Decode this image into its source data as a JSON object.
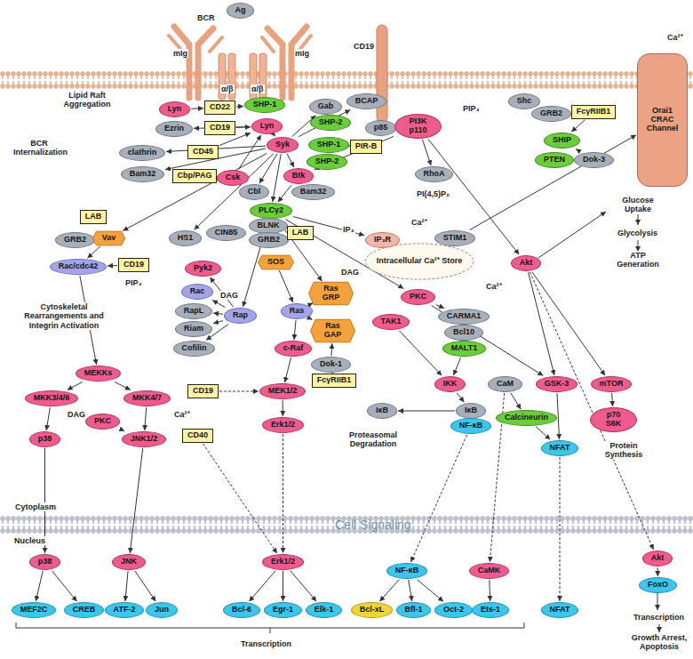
{
  "diagram": {
    "nodes": [
      {
        "text": [
          "Ag"
        ]
      },
      {
        "text": [
          "Lyn"
        ]
      },
      {
        "text": [
          "CD22"
        ]
      },
      {
        "text": [
          "SHP-1"
        ]
      },
      {
        "text": [
          "Ezrin"
        ]
      },
      {
        "text": [
          "CD19"
        ]
      },
      {
        "text": [
          "Lyn"
        ]
      },
      {
        "text": [
          "Gab"
        ]
      },
      {
        "text": [
          "SHP-2"
        ]
      },
      {
        "text": [
          "BCAP"
        ]
      },
      {
        "text": [
          "p85"
        ]
      },
      {
        "text": [
          "PI3K p110"
        ]
      },
      {
        "text": [
          "Shc"
        ]
      },
      {
        "text": [
          "GRB2"
        ]
      },
      {
        "text": [
          "FcγRIIB1"
        ]
      },
      {
        "text": [
          "SHIP"
        ]
      },
      {
        "text": [
          "PTEN"
        ]
      },
      {
        "text": [
          "Dok-3"
        ]
      },
      {
        "text": [
          "Orai1 CRAC Channel"
        ]
      },
      {
        "text": [
          "clathrin"
        ]
      },
      {
        "text": [
          "CD45"
        ]
      },
      {
        "text": [
          "Bam32"
        ]
      },
      {
        "text": [
          "Cbp/PAG"
        ]
      },
      {
        "text": [
          "Csk"
        ]
      },
      {
        "text": [
          "Syk"
        ]
      },
      {
        "text": [
          "SHP-1"
        ]
      },
      {
        "text": [
          "PIR-B"
        ]
      },
      {
        "text": [
          "SHP-2"
        ]
      },
      {
        "text": [
          "Btk"
        ]
      },
      {
        "text": [
          "Cbl"
        ]
      },
      {
        "text": [
          "Bam32"
        ]
      },
      {
        "text": [
          "PLCγ2"
        ]
      },
      {
        "text": [
          "CIN85"
        ]
      },
      {
        "text": [
          "BLNK"
        ]
      },
      {
        "text": [
          "GRB2"
        ]
      },
      {
        "text": [
          "LAB"
        ]
      },
      {
        "text": [
          "SOS"
        ]
      },
      {
        "text": [
          "LAB"
        ]
      },
      {
        "text": [
          "GRB2"
        ]
      },
      {
        "text": [
          "Vav"
        ]
      },
      {
        "text": [
          "Rac/cdc42"
        ]
      },
      {
        "text": [
          "CD19"
        ]
      },
      {
        "text": [
          "HS1"
        ]
      },
      {
        "text": [
          "Pyk2"
        ]
      },
      {
        "text": [
          "Rac"
        ]
      },
      {
        "text": [
          "RapL"
        ]
      },
      {
        "text": [
          "Riam"
        ]
      },
      {
        "text": [
          "Cofilin"
        ]
      },
      {
        "text": [
          "Rap"
        ]
      },
      {
        "text": [
          "RhoA"
        ]
      },
      {
        "text": [
          "Intracellular Ca²⁺ Store"
        ]
      },
      {
        "text": [
          "IP₃R"
        ]
      },
      {
        "text": [
          "STIM1"
        ]
      },
      {
        "text": [
          "Akt"
        ]
      },
      {
        "text": [
          "Ras GRP"
        ]
      },
      {
        "text": [
          "Ras"
        ]
      },
      {
        "text": [
          "Ras GAP"
        ]
      },
      {
        "text": [
          "PKC"
        ]
      },
      {
        "text": [
          "TAK1"
        ]
      },
      {
        "text": [
          "CARMA1"
        ]
      },
      {
        "text": [
          "Bcl10"
        ]
      },
      {
        "text": [
          "MALT1"
        ]
      },
      {
        "text": [
          "c-Raf"
        ]
      },
      {
        "text": [
          "Dok-1"
        ]
      },
      {
        "text": [
          "FcγRIIB1"
        ]
      },
      {
        "text": [
          "MEKKs"
        ]
      },
      {
        "text": [
          "MKK3/4/6"
        ]
      },
      {
        "text": [
          "MKK4/7"
        ]
      },
      {
        "text": [
          "PKC"
        ]
      },
      {
        "text": [
          "p38"
        ]
      },
      {
        "text": [
          "JNK1/2"
        ]
      },
      {
        "text": [
          "CD19"
        ]
      },
      {
        "text": [
          "MEK1/2"
        ]
      },
      {
        "text": [
          "Erk1/2"
        ]
      },
      {
        "text": [
          "CD40"
        ]
      },
      {
        "text": [
          "IKK"
        ]
      },
      {
        "text": [
          "IκB"
        ]
      },
      {
        "text": [
          "NF-κB"
        ]
      },
      {
        "text": [
          "IκB"
        ]
      },
      {
        "text": [
          "CaM"
        ]
      },
      {
        "text": [
          "Calcineurin"
        ]
      },
      {
        "text": [
          "NFAT"
        ]
      },
      {
        "text": [
          "GSK-3"
        ]
      },
      {
        "text": [
          "mTOR"
        ]
      },
      {
        "text": [
          "p70 S6K"
        ]
      },
      {
        "text": [
          "p38"
        ]
      },
      {
        "text": [
          "JNK"
        ]
      },
      {
        "text": [
          "Erk1/2"
        ]
      },
      {
        "text": [
          "NF-κB"
        ]
      },
      {
        "text": [
          "CaMK"
        ]
      },
      {
        "text": [
          "Akt"
        ]
      },
      {
        "text": [
          "FoxO"
        ]
      },
      {
        "text": [
          "MEF2C"
        ]
      },
      {
        "text": [
          "CREB"
        ]
      },
      {
        "text": [
          "ATF-2"
        ]
      },
      {
        "text": [
          "Jun"
        ]
      },
      {
        "text": [
          "Bcl-6"
        ]
      },
      {
        "text": [
          "Egr-1"
        ]
      },
      {
        "text": [
          "Elk-1"
        ]
      },
      {
        "text": [
          "Bcl-xL"
        ]
      },
      {
        "text": [
          "Bfl-1"
        ]
      },
      {
        "text": [
          "Oct-2"
        ]
      },
      {
        "text": [
          "Ets-1"
        ]
      },
      {
        "text": [
          "NFAT"
        ]
      }
    ],
    "edges": [
      {
        "from": 1,
        "to": 2,
        "arrow": "to"
      },
      {
        "from": 2,
        "to": 3,
        "arrow": "to"
      },
      {
        "from": 5,
        "to": 6,
        "arrow": "to"
      },
      {
        "from": 6,
        "to": 4,
        "arrow": "to"
      },
      {
        "from": 20,
        "to": 6,
        "arrow": "to"
      },
      {
        "from": 23,
        "to": 6,
        "arrow": "to"
      },
      {
        "from": 22,
        "to": 23,
        "arrow": "to"
      },
      {
        "from": 6,
        "to": 24,
        "arrow": "to"
      },
      {
        "from": 24,
        "to": 7,
        "arrow": "to"
      },
      {
        "from": 24,
        "to": 9,
        "arrow": "to"
      },
      {
        "from": 24,
        "to": 28,
        "arrow": "to"
      },
      {
        "from": 24,
        "to": 31,
        "arrow": "to"
      },
      {
        "from": 24,
        "to": 29,
        "arrow": "to"
      },
      {
        "from": 26,
        "to": 25,
        "arrow": "to"
      },
      {
        "from": 28,
        "to": 31,
        "arrow": "to"
      },
      {
        "from": 24,
        "to": 39,
        "arrow": "to"
      },
      {
        "from": 24,
        "to": 42,
        "arrow": "to"
      },
      {
        "from": 24,
        "to": 21,
        "arrow": "to"
      },
      {
        "from": 24,
        "to": 19,
        "arrow": "to"
      },
      {
        "from": 39,
        "to": 40,
        "arrow": "to"
      },
      {
        "from": 41,
        "to": 40,
        "arrow": "to"
      },
      {
        "from": 48,
        "to": 43,
        "arrow": "to"
      },
      {
        "from": 48,
        "to": 44,
        "arrow": "to"
      },
      {
        "from": 48,
        "to": 45,
        "arrow": "to"
      },
      {
        "from": 48,
        "to": 46,
        "arrow": "to"
      },
      {
        "from": 48,
        "to": 47,
        "arrow": "to"
      },
      {
        "from": 31,
        "to": 48,
        "arrow": "to"
      },
      {
        "from": 31,
        "to": 57,
        "arrow": "to"
      },
      {
        "from": 31,
        "to": 51,
        "arrow": "to"
      },
      {
        "from": 31,
        "to": 54,
        "arrow": "to"
      },
      {
        "from": 36,
        "to": 55,
        "arrow": "to"
      },
      {
        "from": 54,
        "to": 55,
        "arrow": "to"
      },
      {
        "from": 56,
        "to": 55,
        "arrow": "to"
      },
      {
        "from": 63,
        "to": 56,
        "arrow": "to"
      },
      {
        "from": 64,
        "to": 63,
        "arrow": "to"
      },
      {
        "from": 55,
        "to": 62,
        "arrow": "to"
      },
      {
        "from": 62,
        "to": 72,
        "arrow": "to"
      },
      {
        "from": 71,
        "to": 72,
        "arrow": "to"
      },
      {
        "from": 72,
        "to": 73,
        "arrow": "to"
      },
      {
        "from": 73,
        "to": 87,
        "arrow": "to"
      },
      {
        "from": 74,
        "to": 87,
        "arrow": "to"
      },
      {
        "from": 57,
        "to": 59,
        "arrow": "to"
      },
      {
        "from": 58,
        "to": 75,
        "arrow": "to"
      },
      {
        "from": 61,
        "to": 75,
        "arrow": "to"
      },
      {
        "from": 75,
        "to": 76,
        "arrow": "to"
      },
      {
        "from": 76,
        "to": 78,
        "arrow": "to"
      },
      {
        "from": 77,
        "to": 88,
        "arrow": "to"
      },
      {
        "from": 57,
        "to": 82,
        "arrow": "to"
      },
      {
        "from": 53,
        "to": 82,
        "arrow": "to"
      },
      {
        "from": 53,
        "to": 83,
        "arrow": "to"
      },
      {
        "from": 83,
        "to": 84,
        "arrow": "to"
      },
      {
        "from": 79,
        "to": 80,
        "arrow": "to"
      },
      {
        "from": 80,
        "to": 81,
        "arrow": "to"
      },
      {
        "from": 81,
        "to": 103,
        "arrow": "to"
      },
      {
        "from": 82,
        "to": 81,
        "arrow": "to"
      },
      {
        "from": 53,
        "to": 90,
        "arrow": "to"
      },
      {
        "from": 90,
        "to": 91,
        "arrow": "to"
      },
      {
        "from": 14,
        "to": 15,
        "arrow": "to"
      },
      {
        "from": 17,
        "to": 15,
        "arrow": "to"
      },
      {
        "from": 11,
        "to": 49,
        "arrow": "to"
      },
      {
        "from": 11,
        "to": 28,
        "arrow": "to"
      },
      {
        "from": 11,
        "to": 53,
        "arrow": "to"
      },
      {
        "from": 52,
        "to": 18,
        "arrow": "to"
      },
      {
        "from": 65,
        "to": 66,
        "arrow": "to"
      },
      {
        "from": 65,
        "to": 67,
        "arrow": "to"
      },
      {
        "from": 66,
        "to": 69,
        "arrow": "to"
      },
      {
        "from": 67,
        "to": 70,
        "arrow": "to"
      },
      {
        "from": 68,
        "to": 70,
        "arrow": "to"
      },
      {
        "from": 40,
        "to": 65,
        "arrow": "to"
      },
      {
        "from": 69,
        "to": 85,
        "arrow": "to"
      },
      {
        "from": 70,
        "to": 86,
        "arrow": "to"
      },
      {
        "from": 85,
        "to": 92,
        "arrow": "to"
      },
      {
        "from": 85,
        "to": 93,
        "arrow": "to"
      },
      {
        "from": 86,
        "to": 94,
        "arrow": "to"
      },
      {
        "from": 86,
        "to": 95,
        "arrow": "to"
      },
      {
        "from": 87,
        "to": 96,
        "arrow": "to"
      },
      {
        "from": 87,
        "to": 97,
        "arrow": "to"
      },
      {
        "from": 87,
        "to": 98,
        "arrow": "to"
      },
      {
        "from": 88,
        "to": 99,
        "arrow": "to"
      },
      {
        "from": 88,
        "to": 100,
        "arrow": "to"
      },
      {
        "from": 88,
        "to": 101,
        "arrow": "to"
      },
      {
        "from": 79,
        "to": 89,
        "arrow": "to"
      },
      {
        "from": 89,
        "to": 102,
        "arrow": "to"
      }
    ],
    "labels": [
      "BCR",
      "mIg",
      "mIg",
      "α/β",
      "α/β",
      "CD19",
      "Ca²⁺",
      "PIP₃",
      "Lipid Raft Aggregation",
      "BCR Internalization",
      "PI(4,5)P₂",
      "IP₃",
      "Ca²⁺",
      "DAG",
      "DAG",
      "PIP₃",
      "Cytoskeletal Rearrangements and Integrin Activation",
      "Glucose Uptake",
      "Glycolysis",
      "ATP Generation",
      "Ca²⁺",
      "Ca²⁺",
      "DAG",
      "Cytoplasm",
      "Nucleus",
      "Proteasomal Degradation",
      "Protein Synthesis",
      "Transcription",
      "Transcription",
      "Growth Arrest, Apoptosis",
      "Cell Signaling"
    ]
  }
}
